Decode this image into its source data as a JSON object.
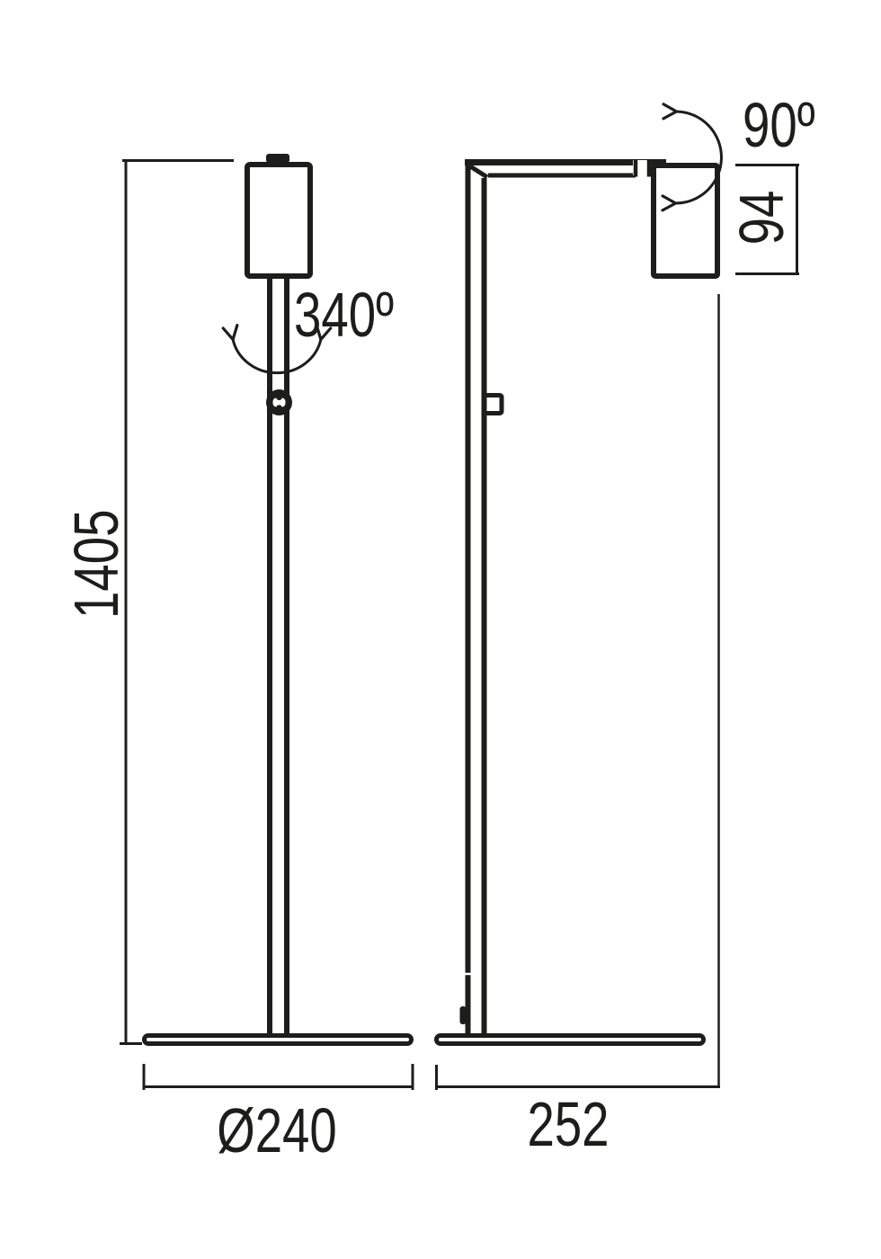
{
  "drawing": {
    "title": "floor-lamp-dimension-drawing",
    "front_view": {
      "height_label": "1405",
      "head_rotation_label": "340º",
      "base_diameter_label": "Ø240"
    },
    "side_view": {
      "head_tilt_label": "90º",
      "head_height_label": "94",
      "base_depth_label": "252"
    }
  },
  "colors": {
    "line": "#1d1d1b",
    "background": "#ffffff"
  }
}
